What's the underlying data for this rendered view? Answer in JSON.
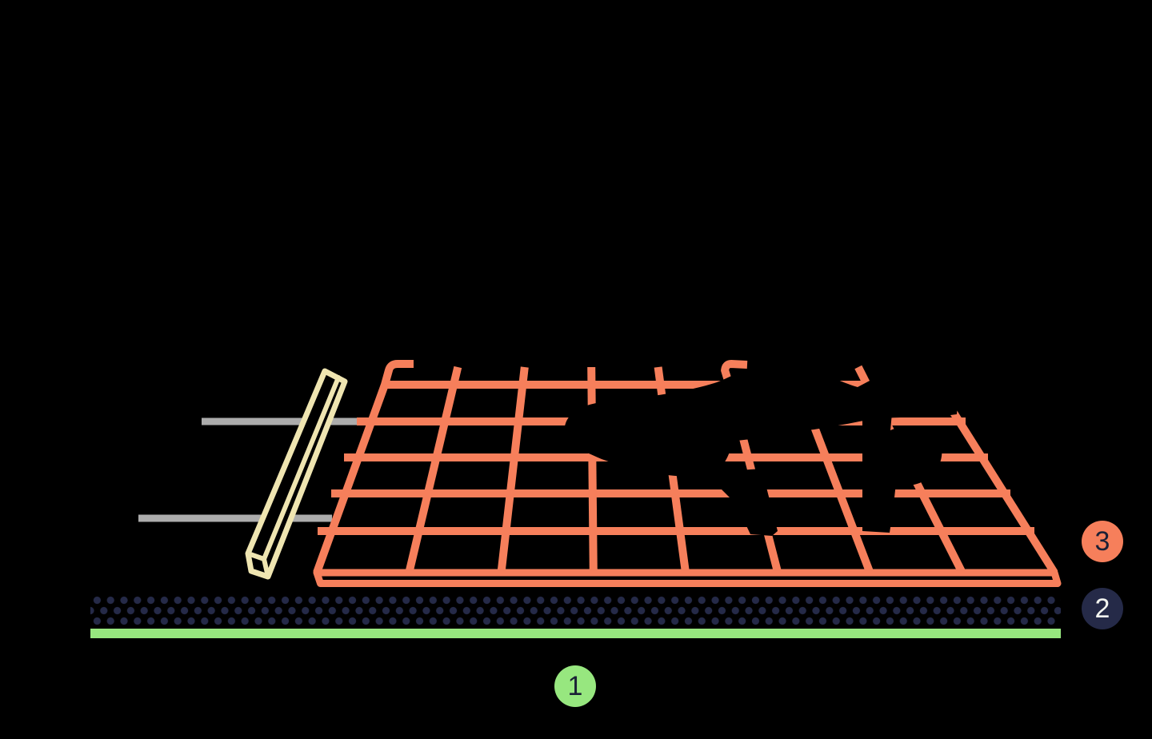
{
  "diagram": {
    "colors": {
      "background": "#000000",
      "mesh_orange": "#F67F5B",
      "stake_cream": "#EFE5B1",
      "wire_gray": "#ACACAC",
      "dot_navy": "#252A48",
      "ground_green": "#97E77F",
      "badge_text_dark": "#1B2036",
      "badge_text_light": "#F3F5F0"
    },
    "badges": {
      "mesh": {
        "label": "3"
      },
      "base": {
        "label": "2"
      },
      "ground": {
        "label": "1"
      }
    },
    "icons": {
      "mesh_grid": "net-grid-icon",
      "stake": "wooden-stake-icon",
      "wires": "support-wires-icon",
      "dots": "gravel-base-icon",
      "ground": "ground-bar-icon"
    }
  }
}
